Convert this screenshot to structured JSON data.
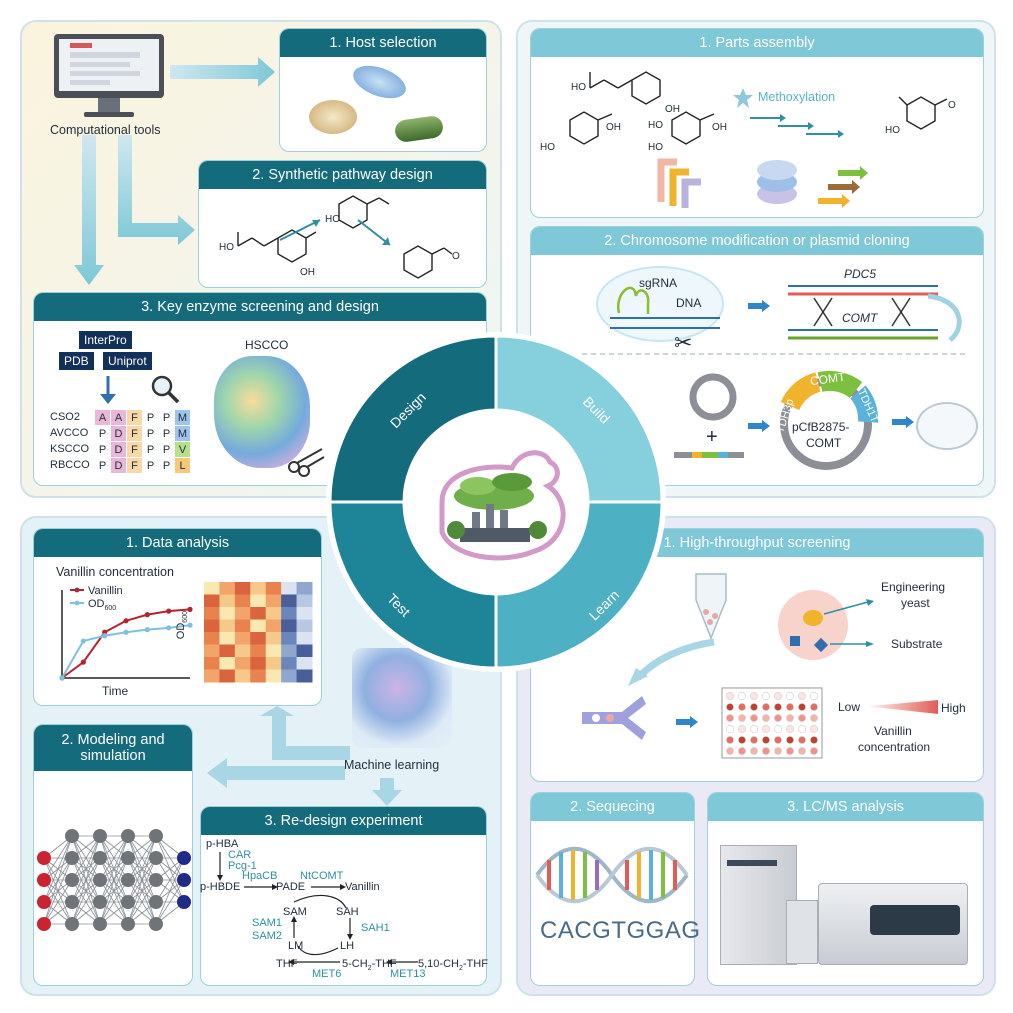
{
  "cycle": {
    "design": "Design",
    "build": "Build",
    "test": "Test",
    "learn": "Learn"
  },
  "design": {
    "computational_tools": "Computational tools",
    "host_selection": "1. Host selection",
    "pathway_design": "2. Synthetic pathway design",
    "enzyme_screening": "3. Key enzyme screening and design",
    "databases": [
      "InterPro",
      "PDB",
      "Uniprot"
    ],
    "enzyme_name": "HSCCO",
    "sequences": [
      {
        "name": "CSO2",
        "residues": [
          "A",
          "A",
          "F",
          "P",
          "P",
          "M"
        ]
      },
      {
        "name": "AVCCO",
        "residues": [
          "P",
          "D",
          "F",
          "P",
          "P",
          "M"
        ]
      },
      {
        "name": "KSCCO",
        "residues": [
          "P",
          "D",
          "F",
          "P",
          "P",
          "V"
        ]
      },
      {
        "name": "RBCCO",
        "residues": [
          "P",
          "D",
          "F",
          "P",
          "P",
          "L"
        ]
      }
    ]
  },
  "build": {
    "parts_assembly": "1. Parts assembly",
    "methoxylation": "Methoxylation",
    "chrom_mod": "2. Chromosome modification or plasmid cloning",
    "sgrna": "sgRNA",
    "dna": "DNA",
    "pdc5": "PDC5",
    "comt_gene": "COMT",
    "plus": "+",
    "plasmid_comt": "COMT",
    "tdh3p": "TDH3p",
    "tdh1t": "TDH1T",
    "plasmid_name_1": "pCfB2875-",
    "plasmid_name_2": "COMT"
  },
  "chem": {
    "ho": "HO",
    "oh": "OH",
    "o": "O"
  },
  "test": {
    "data_analysis": "1. Data analysis",
    "chart_title": "Vanillin concentration",
    "xlabel": "Time",
    "heatmap_label": "OD",
    "heatmap_sub": "600",
    "modeling": "2. Modeling and simulation",
    "machine_learning": "Machine learning",
    "redesign": "3. Re-design experiment",
    "pathway": {
      "p_hba": "p-HBA",
      "car": "CAR",
      "pcg1": "Pcg-1",
      "p_hbde": "p-HBDE",
      "hpacb": "HpaCB",
      "pade": "PADE",
      "ntcomt": "NtCOMT",
      "vanillin": "Vanillin",
      "sam": "SAM",
      "sah": "SAH",
      "sam1": "SAM1",
      "sam2": "SAM2",
      "sah1": "SAH1",
      "lm": "LM",
      "lh": "LH",
      "thf": "THF",
      "methyl_thf": "5-CH",
      "methylene_thf": "5,10-CH",
      "sub2": "2",
      "thf_suffix": "-THF",
      "met6": "MET6",
      "met13": "MET13"
    }
  },
  "chart_data": {
    "type": "line",
    "title": "Vanillin concentration",
    "xlabel": "Time",
    "ylabel": "",
    "series": [
      {
        "name": "Vanillin",
        "color": "#b5232f",
        "values": [
          0.0,
          0.18,
          0.52,
          0.65,
          0.72,
          0.76,
          0.78
        ]
      },
      {
        "name": "OD600",
        "color": "#7ec0e0",
        "values": [
          0.0,
          0.42,
          0.48,
          0.52,
          0.55,
          0.57,
          0.6
        ]
      }
    ],
    "x": [
      0,
      1,
      2,
      3,
      4,
      5,
      6
    ],
    "ylim": [
      0,
      1
    ],
    "legend": "top-left"
  },
  "learn": {
    "hts": "1. High-throughput screening",
    "engineering": "Engineering",
    "yeast": "yeast",
    "substrate": "Substrate",
    "low": "Low",
    "high": "High",
    "vanillin": "Vanillin",
    "concentration": "concentration",
    "sequencing": "2. Sequecing",
    "sequence": "CACGTGGAG",
    "lcms": "3. LC/MS analysis"
  },
  "colors": {
    "header_dark": "#146b7c",
    "header_light": "#7ec8d7",
    "vanillin_line": "#b5232f",
    "od_line": "#7ec0e0",
    "db_tag": "#11305a"
  }
}
